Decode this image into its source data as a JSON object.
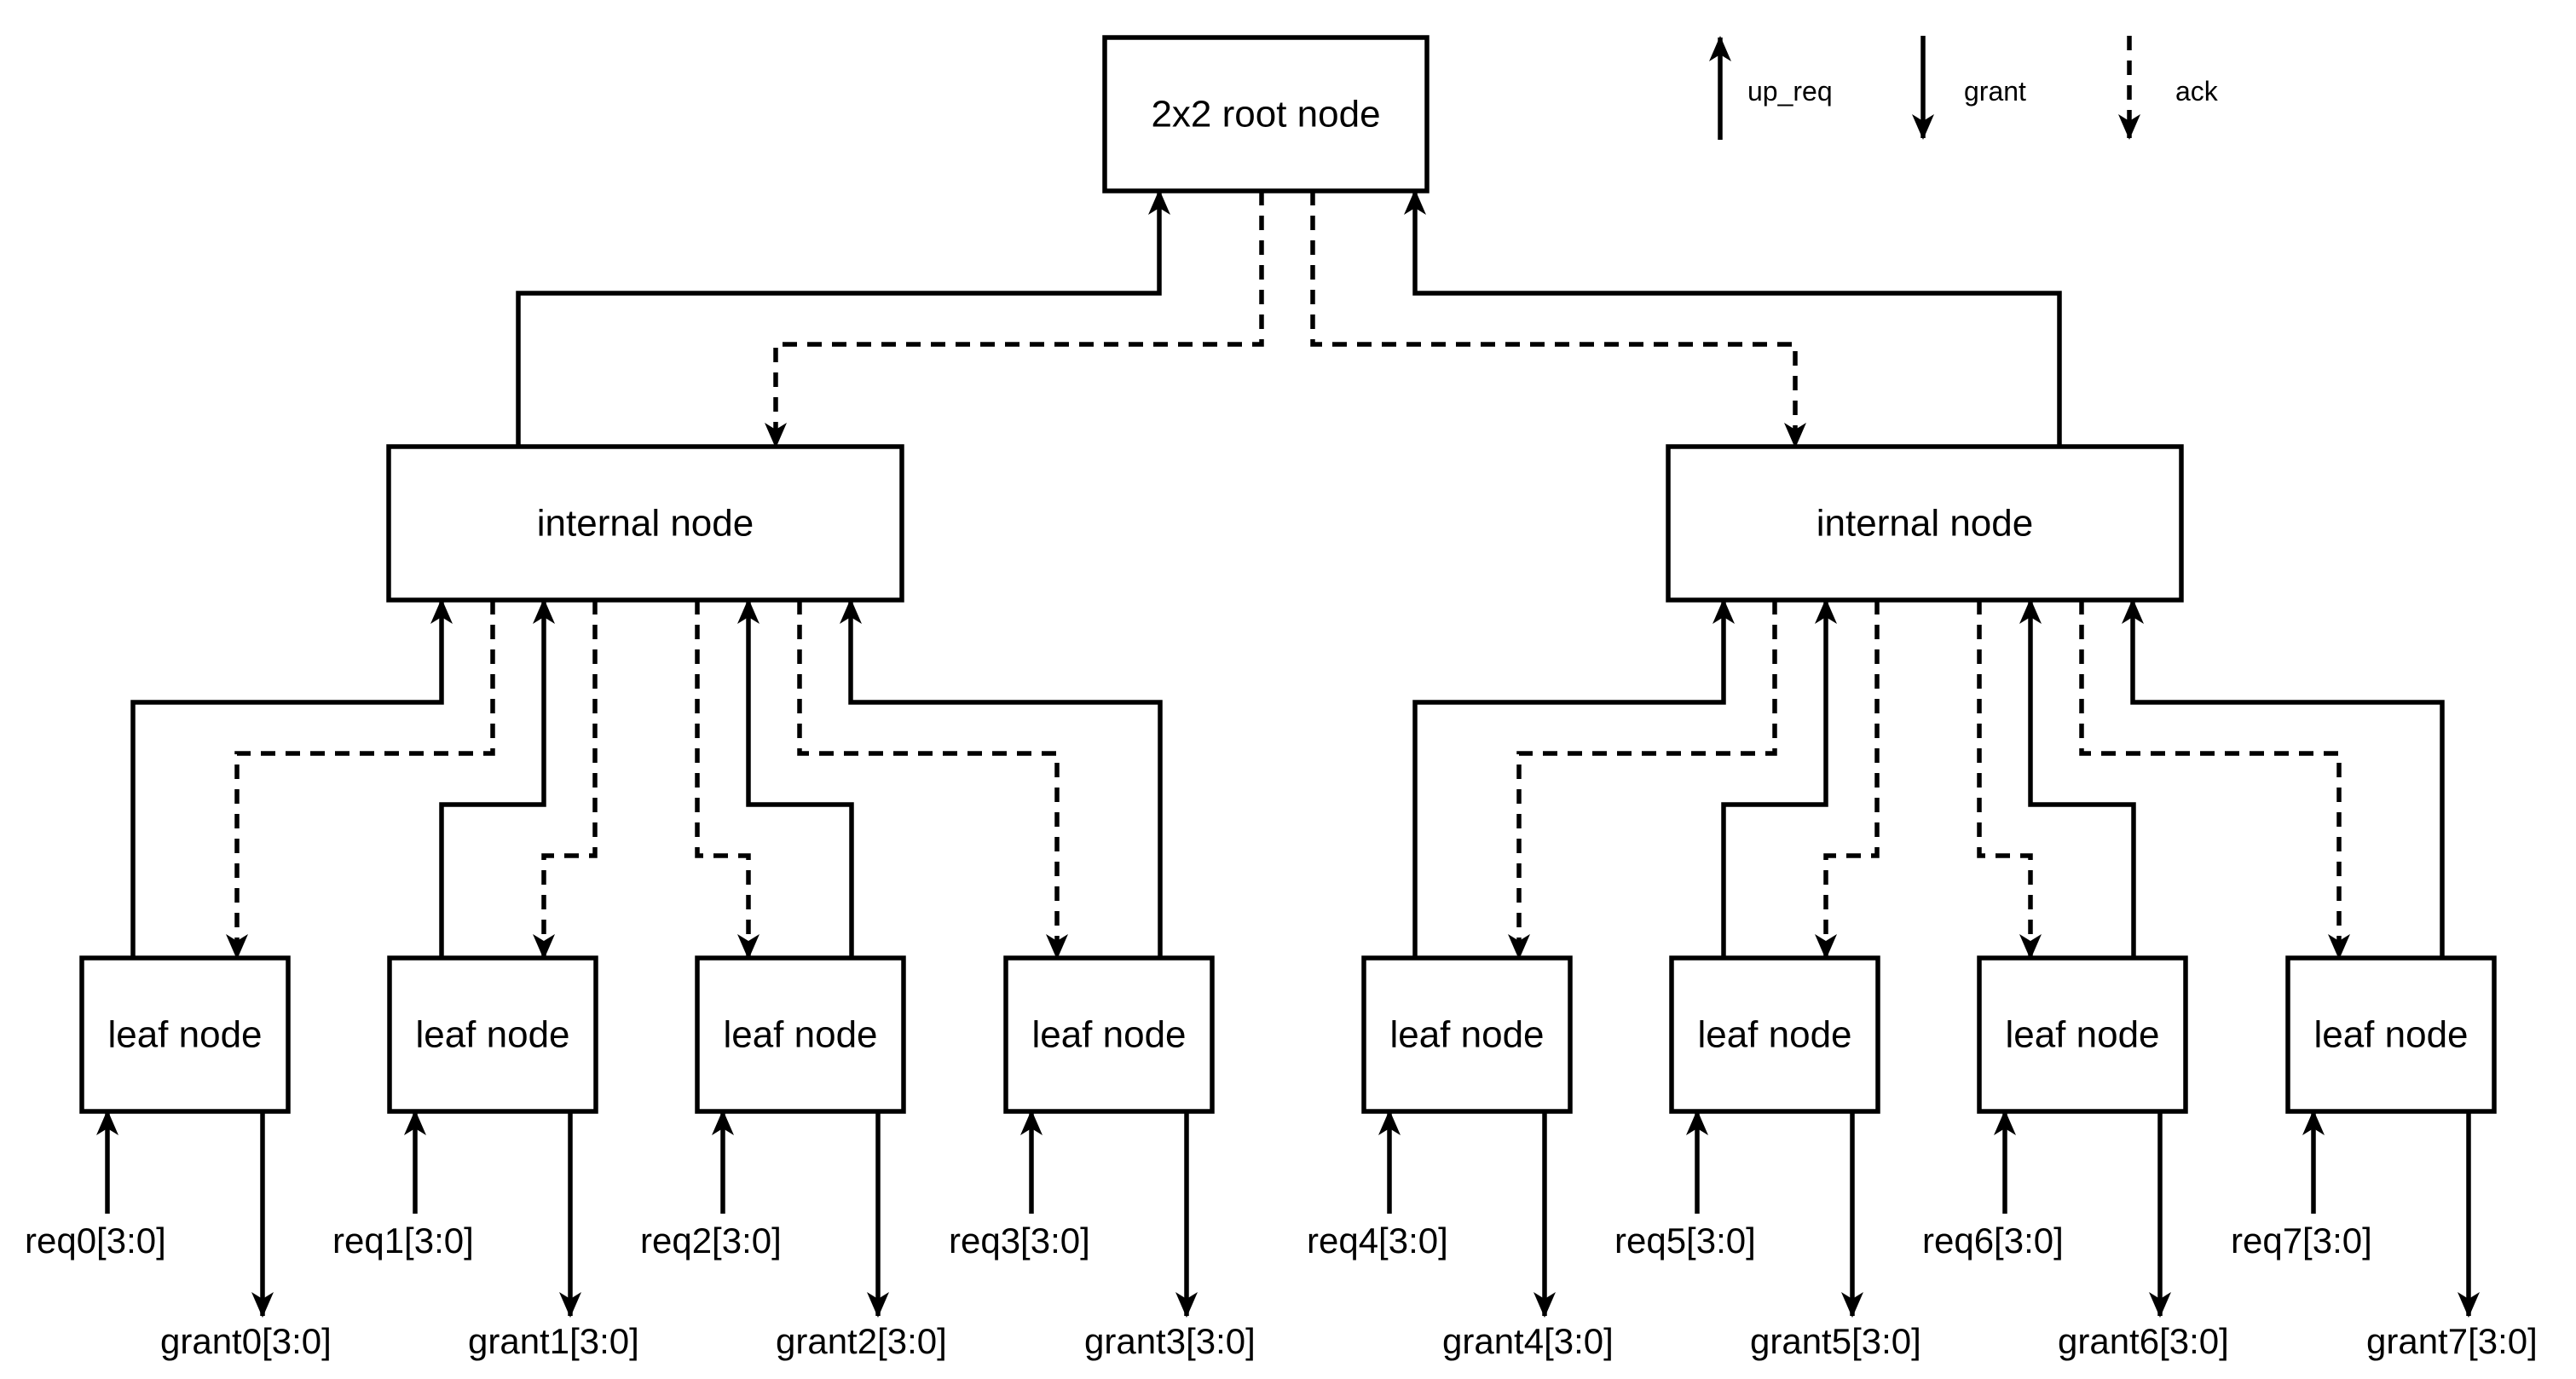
{
  "root": {
    "label": "2x2 root node"
  },
  "internals": [
    {
      "label": "internal node"
    },
    {
      "label": "internal node"
    }
  ],
  "leaves": [
    {
      "label": "leaf node",
      "req": "req0[3:0]",
      "grant": "grant0[3:0]"
    },
    {
      "label": "leaf node",
      "req": "req1[3:0]",
      "grant": "grant1[3:0]"
    },
    {
      "label": "leaf node",
      "req": "req2[3:0]",
      "grant": "grant2[3:0]"
    },
    {
      "label": "leaf node",
      "req": "req3[3:0]",
      "grant": "grant3[3:0]"
    },
    {
      "label": "leaf node",
      "req": "req4[3:0]",
      "grant": "grant4[3:0]"
    },
    {
      "label": "leaf node",
      "req": "req5[3:0]",
      "grant": "grant5[3:0]"
    },
    {
      "label": "leaf node",
      "req": "req6[3:0]",
      "grant": "grant6[3:0]"
    },
    {
      "label": "leaf node",
      "req": "req7[3:0]",
      "grant": "grant7[3:0]"
    }
  ],
  "legend": {
    "up_req": "up_req",
    "grant": "grant",
    "ack": "ack"
  }
}
